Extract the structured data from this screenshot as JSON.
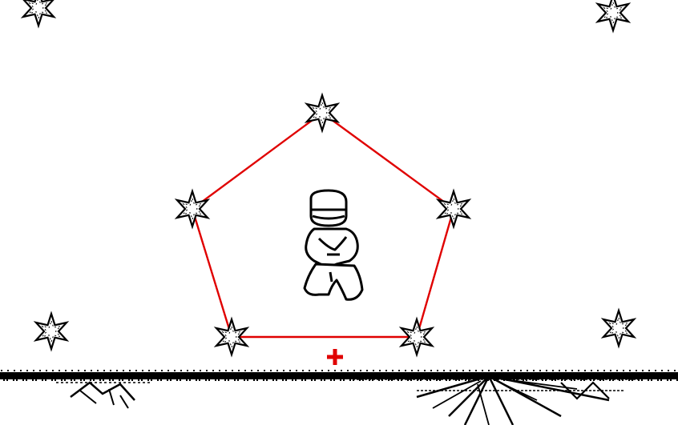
{
  "scene": {
    "colors": {
      "background": "#ffffff",
      "ink": "#000000",
      "constellation_line": "#e00000",
      "cursor": "#e00000"
    },
    "stars": [
      {
        "id": "pentagon-top",
        "role": "constellation",
        "icon": "star-icon"
      },
      {
        "id": "pentagon-upper-left",
        "role": "constellation",
        "icon": "star-icon"
      },
      {
        "id": "pentagon-upper-right",
        "role": "constellation",
        "icon": "star-icon"
      },
      {
        "id": "pentagon-lower-left",
        "role": "constellation",
        "icon": "star-icon"
      },
      {
        "id": "pentagon-lower-right",
        "role": "constellation",
        "icon": "star-icon"
      },
      {
        "id": "corner-top-left",
        "role": "background",
        "icon": "star-icon"
      },
      {
        "id": "corner-top-right",
        "role": "background",
        "icon": "star-icon"
      },
      {
        "id": "corner-bottom-left",
        "role": "background",
        "icon": "star-icon"
      },
      {
        "id": "corner-bottom-right",
        "role": "background",
        "icon": "star-icon"
      }
    ],
    "links": [
      [
        "pentagon-top",
        "pentagon-upper-left"
      ],
      [
        "pentagon-top",
        "pentagon-upper-right"
      ],
      [
        "pentagon-upper-left",
        "pentagon-lower-left"
      ],
      [
        "pentagon-upper-right",
        "pentagon-lower-right"
      ],
      [
        "pentagon-lower-left",
        "pentagon-lower-right"
      ]
    ],
    "character": {
      "icon": "kneeling-figure-icon"
    },
    "cursor": {
      "icon": "crosshair-icon"
    },
    "ground": {
      "icon": "ground-line"
    }
  }
}
